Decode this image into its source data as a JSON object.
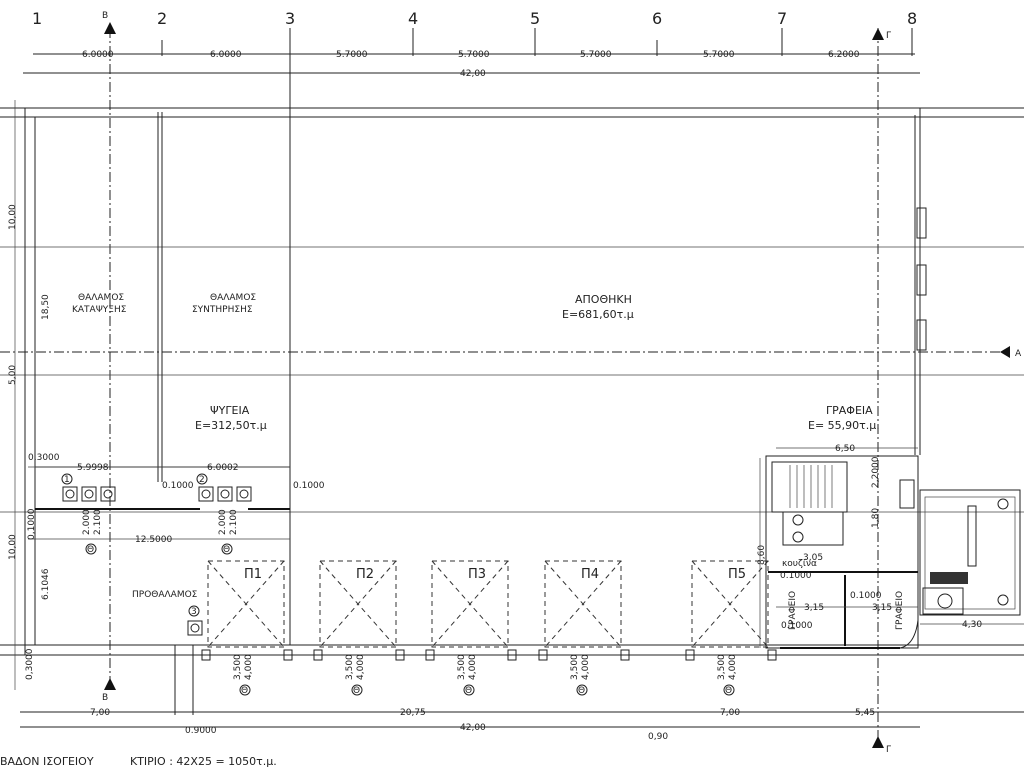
{
  "grid_axes": [
    "1",
    "2",
    "3",
    "4",
    "5",
    "6",
    "7",
    "8"
  ],
  "section_marks": {
    "b": "B",
    "g": "Γ",
    "a": "A"
  },
  "top_dims": [
    "6.0000",
    "6.0000",
    "5.7000",
    "5.7000",
    "5.7000",
    "5.7000",
    "6.2000"
  ],
  "total_top": "42,00",
  "left_dims": [
    "10,00",
    "18,50",
    "5,00",
    "10,00",
    "0,3000",
    "0,1000",
    "6.1046",
    "0,3000"
  ],
  "rooms": {
    "freezer": {
      "line1": "ΘΑΛΑΜΟΣ",
      "line2": "ΚΑΤΑΨΥΞΗΣ"
    },
    "preservation": {
      "line1": "ΘΑΛΑΜΟΣ",
      "line2": "ΣΥΝΤΗΡΗΣΗΣ"
    },
    "warehouse": {
      "line1": "ΑΠΟΘΗΚΗ",
      "line2": "Ε=681,60τ.μ"
    },
    "cold": {
      "line1": "ΨΥΓΕΙΑ",
      "line2": "Ε=312,50τ.μ"
    },
    "offices": {
      "line1": "ΓΡΑΦΕΙΑ",
      "line2": "Ε=  55,90τ.μ."
    },
    "anteroom": "ΠΡΟΘΑΛΑΜΟΣ",
    "kitchen": "κουζίνα",
    "office_a": "ΓΡΑΦΕΙΟ",
    "office_b": "ΓΡΑΦΕΙΟ"
  },
  "cold_dims": [
    "5.9998",
    "6.0002",
    "0.1000",
    "0.1000",
    "12.5000",
    "2.000",
    "2.100",
    "2.000",
    "2.100"
  ],
  "unit_markers": [
    "1",
    "2",
    "3",
    "Θ"
  ],
  "doors": [
    "Π1",
    "Π2",
    "Π3",
    "Π4",
    "Π5"
  ],
  "door_dims": [
    "3,500",
    "4,000"
  ],
  "office_dims": [
    "6,50",
    "2,2000",
    "1,80",
    "8,60",
    "3,05",
    "0.1000",
    "0.1000",
    "0.1000",
    "3,15",
    "3,15",
    "4,30"
  ],
  "bottom_dims": [
    "7,00",
    "20,75",
    "7,00",
    "5,45",
    "0.9000",
    "42,00",
    "0,90"
  ],
  "footer": {
    "title": "ΒΑΔΟΝ ΙΣΟΓΕΙΟΥ",
    "area": "ΚΤΙΡΙΟ :  42Χ25  =  1050τ.μ."
  }
}
